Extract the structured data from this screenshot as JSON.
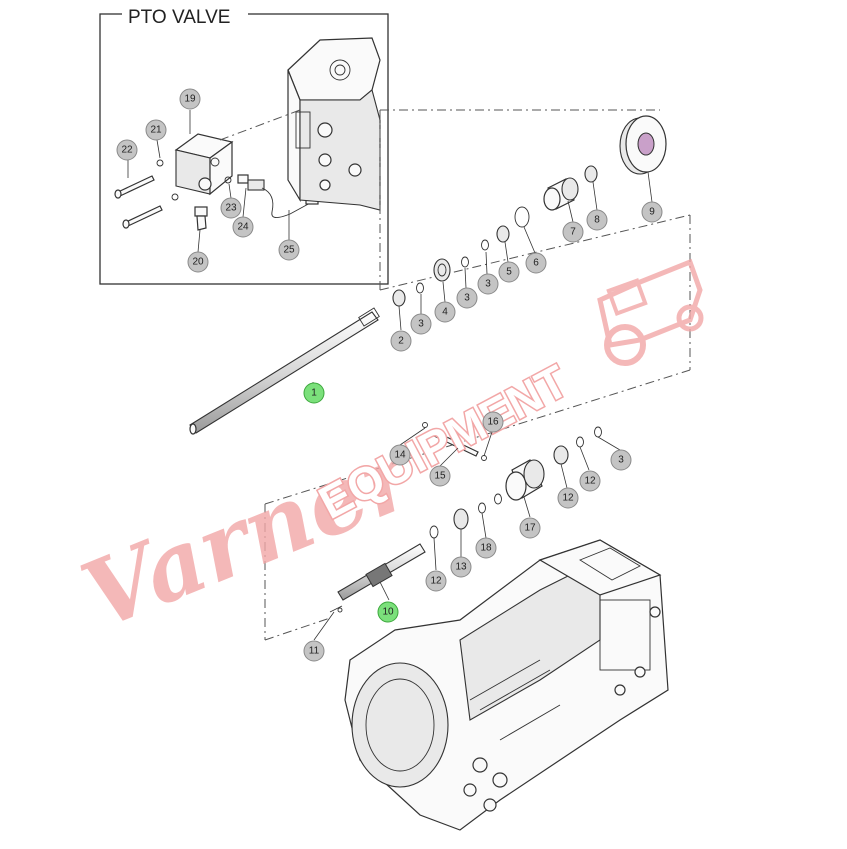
{
  "inset": {
    "title": "PTO VALVE"
  },
  "watermark": {
    "script": "Varner",
    "block": "EQUIPMENT"
  },
  "callouts": [
    {
      "label": "19"
    },
    {
      "label": "21"
    },
    {
      "label": "22"
    },
    {
      "label": "23"
    },
    {
      "label": "24"
    },
    {
      "label": "20"
    },
    {
      "label": "25"
    },
    {
      "label": "9"
    },
    {
      "label": "8"
    },
    {
      "label": "7"
    },
    {
      "label": "6"
    },
    {
      "label": "5"
    },
    {
      "label": "3"
    },
    {
      "label": "3"
    },
    {
      "label": "4"
    },
    {
      "label": "3"
    },
    {
      "label": "2"
    },
    {
      "label": "1",
      "highlight": true
    },
    {
      "label": "16"
    },
    {
      "label": "14"
    },
    {
      "label": "15"
    },
    {
      "label": "3"
    },
    {
      "label": "12"
    },
    {
      "label": "12"
    },
    {
      "label": "17"
    },
    {
      "label": "18"
    },
    {
      "label": "13"
    },
    {
      "label": "12"
    },
    {
      "label": "10",
      "highlight": true
    },
    {
      "label": "11"
    }
  ],
  "colors": {
    "highlight": "#7be07b",
    "callout": "#c4c4c4",
    "watermark": "#f2a7a7"
  }
}
